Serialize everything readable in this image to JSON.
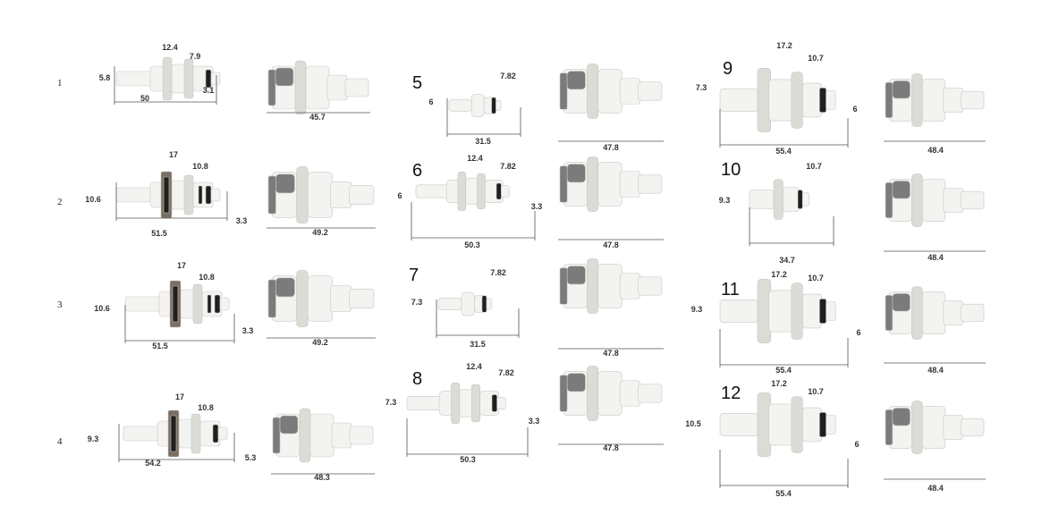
{
  "items": [
    {
      "label": "1",
      "male": {
        "labels": [
          "12.4",
          "7.9",
          "5.8",
          "50",
          "3.1"
        ]
      },
      "female": {
        "length": "45.7"
      }
    },
    {
      "label": "2",
      "male": {
        "labels": [
          "17",
          "10.8",
          "10.6",
          "51.5",
          "3.3"
        ]
      },
      "female": {
        "length": "49.2"
      }
    },
    {
      "label": "3",
      "male": {
        "labels": [
          "17",
          "10.8",
          "10.6",
          "51.5",
          "3.3"
        ]
      },
      "female": {
        "length": "49.2"
      }
    },
    {
      "label": "4",
      "male": {
        "labels": [
          "17",
          "10.8",
          "9.3",
          "54.2",
          "5.3"
        ]
      },
      "female": {
        "length": "48.3"
      }
    },
    {
      "label": "5",
      "male": {
        "labels": [
          "7.82",
          "6",
          "31.5"
        ]
      },
      "female": {
        "length": "47.8"
      }
    },
    {
      "label": "6",
      "male": {
        "labels": [
          "12.4",
          "7.82",
          "6",
          "50.3",
          "3.3"
        ]
      },
      "female": {
        "length": "47.8"
      }
    },
    {
      "label": "7",
      "male": {
        "labels": [
          "7.82",
          "7.3",
          "31.5"
        ]
      },
      "female": {
        "length": "47.8"
      }
    },
    {
      "label": "8",
      "male": {
        "labels": [
          "12.4",
          "7.82",
          "7.3",
          "50.3",
          "3.3"
        ]
      },
      "female": {
        "length": "47.8"
      }
    },
    {
      "label": "9",
      "male": {
        "labels": [
          "17.2",
          "10.7",
          "7.3",
          "55.4",
          "6"
        ]
      },
      "female": {
        "length": "48.4"
      }
    },
    {
      "label": "10",
      "male": {
        "labels": [
          "10.7",
          "9.3",
          "34.7"
        ]
      },
      "female": {
        "length": "48.4"
      }
    },
    {
      "label": "11",
      "male": {
        "labels": [
          "17.2",
          "10.7",
          "9.3",
          "55.4",
          "6"
        ]
      },
      "female": {
        "length": "48.4"
      }
    },
    {
      "label": "12",
      "male": {
        "labels": [
          "17.2",
          "10.7",
          "10.5",
          "55.4",
          "6"
        ]
      },
      "female": {
        "length": "48.4"
      }
    }
  ],
  "colors": {
    "body": "#f3f4f1",
    "shade": "#dcdcd6",
    "ring": "#1f1f1f",
    "nut": "#7a6e62",
    "latch": "#7b7b7b",
    "line": "#555555"
  }
}
